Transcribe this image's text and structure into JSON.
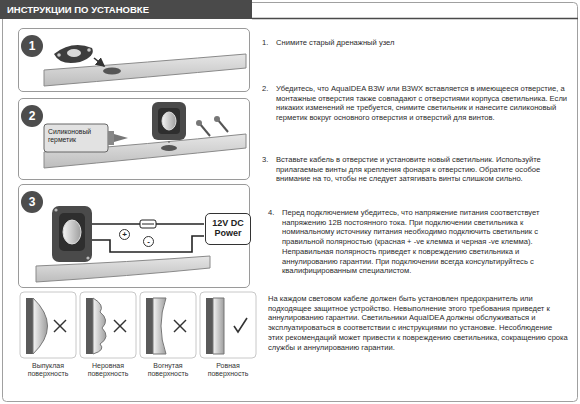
{
  "diagram": {
    "title": "ИНСТРУКЦИИ ПО УСТАНОВКЕ",
    "nodes": [
      {
        "text": [
          "1"
        ]
      },
      {
        "text": [
          "2"
        ]
      },
      {
        "text": [
          "3"
        ]
      },
      {
        "text": [
          "12V DC Power"
        ],
        "in": 2
      }
    ],
    "labels": [
      "Силиконовый герметик",
      "+",
      "-",
      "1.",
      "Снимите старый дренажный узел",
      "2.",
      "Убедитесь, что AquaIDEA B3W или B3WX вставляется в имеющееся отверстие, а монтажные отверстия также совпадают с отверстиями корпуса светильника. Если никаких изменений не требуется, снимите светильник и нанесите силиконовый герметик вокруг основного отверстия и отверстий для винтов.",
      "3.",
      "Вставьте кабель в отверстие и установите новый светильник. Используйте прилагаемые винты для крепления фонаря к отверстию. Обратите особое внимание на то, чтобы не следует затягивать винты слишком сильно.",
      "4.",
      "Перед подключением убедитесь, что напряжение питания соответствует напряжению 12В постоянного тока. При подключении светильника к номинальному источнику питания необходимо подключить светильник с правильной полярностью (красная + -ve клемма и черная -ve клемма). Неправильная полярность приведет к повреждению светильника и аннулированию гарантии. При подключении всегда консультируйтесь с квалифицированным специалистом.",
      "На каждом световом кабеле должен быть установлен предохранитель или подходящее защитное устройство. Невыполнение этого требования приведет к аннулированию гарантии. Светильники AquaIDEA должны обслуживаться и эксплуатироваться в соответствии с инструкциями по установке. Несоблюдение этих рекомендаций может привести к повреждению светильника, сокращению срока службы и аннулированию гарантии.",
      "Выпуклая поверхность",
      "Неровная поверхность",
      "Вогнутая поверхность",
      "Ровная поверхность"
    ]
  }
}
